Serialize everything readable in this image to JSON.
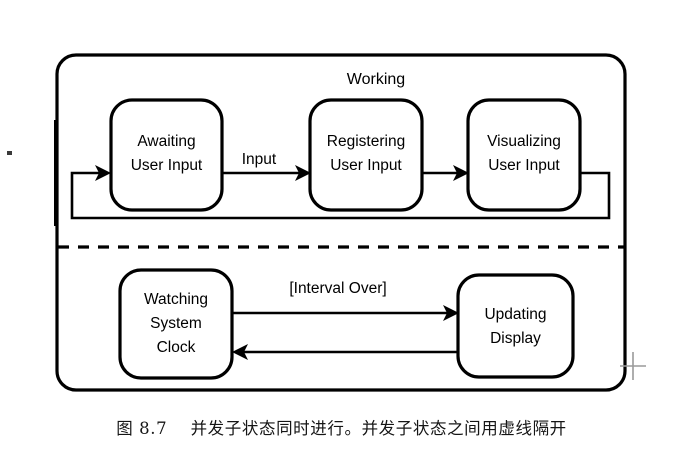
{
  "figure": {
    "caption": "图 8.7    并发子状态同时进行。并发子状态之间用虚线隔开",
    "caption_number": "图 8.7",
    "caption_text": "并发子状态同时进行。并发子状态之间用虚线隔开",
    "background_color": "#ffffff",
    "line_color": "#000000",
    "registration_mark_color": "#9a9a9a"
  },
  "diagram": {
    "type": "uml-state-machine",
    "composite_state": {
      "name": "Working",
      "label": "Working"
    },
    "regions": [
      {
        "id": "region-working-input",
        "states": [
          {
            "id": "awaiting-user-input",
            "line1": "Awaiting",
            "line2": "User Input"
          },
          {
            "id": "registering-user-input",
            "line1": "Registering",
            "line2": "User Input"
          },
          {
            "id": "visualizing-user-input",
            "line1": "Visualizing",
            "line2": "User Input"
          }
        ],
        "transitions": [
          {
            "id": "t-awaiting-to-registering",
            "from": "awaiting-user-input",
            "to": "registering-user-input",
            "label": "Input"
          },
          {
            "id": "t-registering-to-visualizing",
            "from": "registering-user-input",
            "to": "visualizing-user-input",
            "label": ""
          },
          {
            "id": "t-visualizing-to-awaiting",
            "from": "visualizing-user-input",
            "to": "awaiting-user-input",
            "label": ""
          }
        ]
      },
      {
        "id": "region-display-refresh",
        "states": [
          {
            "id": "watching-system-clock",
            "line1": "Watching",
            "line2": "System",
            "line3": "Clock"
          },
          {
            "id": "updating-display",
            "line1": "Updating",
            "line2": "Display"
          }
        ],
        "transitions": [
          {
            "id": "t-watching-to-updating",
            "from": "watching-system-clock",
            "to": "updating-display",
            "label": "[Interval Over]"
          },
          {
            "id": "t-updating-to-watching",
            "from": "updating-display",
            "to": "watching-system-clock",
            "label": ""
          }
        ]
      }
    ],
    "separator": {
      "id": "concurrent-region-divider",
      "style": "dashed"
    }
  }
}
